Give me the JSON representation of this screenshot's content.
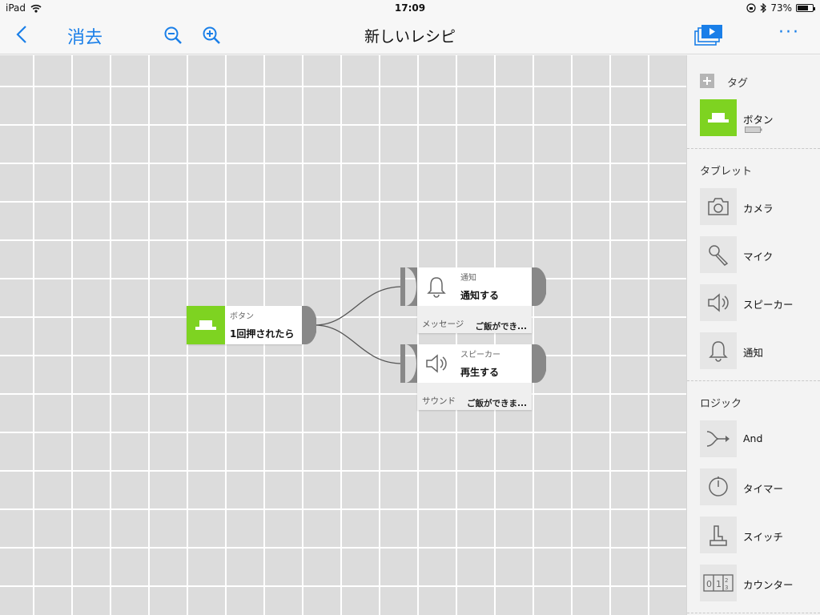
{
  "status_bar": {
    "device": "iPad",
    "time": "17:09",
    "battery_text": "73%",
    "battery_level": 0.73
  },
  "nav": {
    "back_icon": "chevron-left-icon",
    "clear_label": "消去",
    "zoom_out_icon": "zoom-out-icon",
    "zoom_in_icon": "zoom-in-icon",
    "title": "新しいレシピ",
    "preview_icon": "play-stack-icon",
    "more_label": "···"
  },
  "canvas": {
    "nodes": [
      {
        "id": "button-node",
        "category": "ボタン",
        "action": "1回押されたら",
        "icon": "button-icon",
        "color": "#7ed321"
      },
      {
        "id": "notify-node",
        "category": "通知",
        "action": "通知する",
        "icon": "bell-icon",
        "footer_label": "メッセージ",
        "footer_value": "ご飯ができ..."
      },
      {
        "id": "speaker-node",
        "category": "スピーカー",
        "action": "再生する",
        "icon": "speaker-icon",
        "footer_label": "サウンド",
        "footer_value": "ご飯ができま..."
      }
    ]
  },
  "sidebar": {
    "tag_section": {
      "add_icon": "plus-icon",
      "title": "タグ",
      "items": [
        {
          "label": "ボタン",
          "icon": "button-icon",
          "color": "#7ed321"
        }
      ]
    },
    "tablet_section": {
      "title": "タブレット",
      "items": [
        {
          "label": "カメラ",
          "icon": "camera-icon"
        },
        {
          "label": "マイク",
          "icon": "microphone-icon"
        },
        {
          "label": "スピーカー",
          "icon": "speaker-icon"
        },
        {
          "label": "通知",
          "icon": "bell-icon"
        }
      ]
    },
    "logic_section": {
      "title": "ロジック",
      "items": [
        {
          "label": "And",
          "icon": "and-merge-icon"
        },
        {
          "label": "タイマー",
          "icon": "timer-icon"
        },
        {
          "label": "スイッチ",
          "icon": "switch-icon"
        },
        {
          "label": "カウンター",
          "icon": "counter-icon"
        }
      ]
    }
  },
  "colors": {
    "accent": "#1a7fe8",
    "tag_green": "#7ed321"
  }
}
